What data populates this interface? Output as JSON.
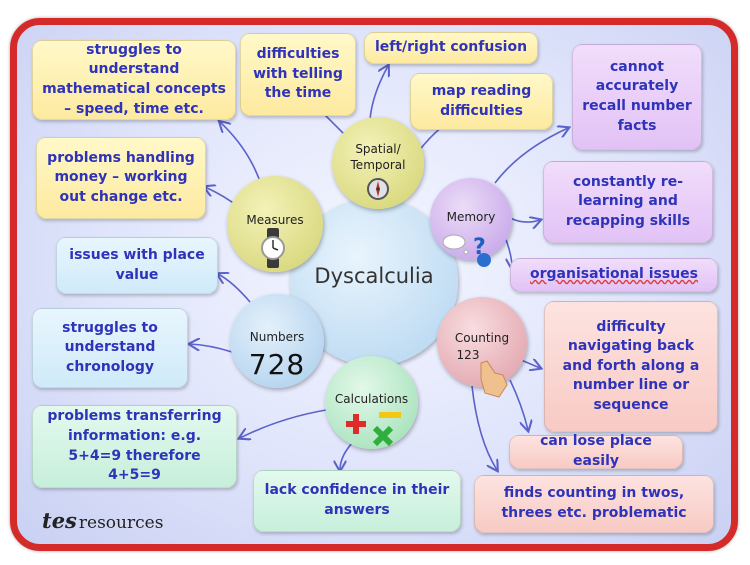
{
  "title": "Dyscalculia",
  "categories": {
    "spatial": "Spatial/\nTemporal",
    "measures": "Measures",
    "memory": "Memory",
    "numbers": "Numbers",
    "numbers_digits": "728",
    "counting": "Counting",
    "counting_digits": "123",
    "calculations": "Calculations"
  },
  "notes": {
    "concepts": "struggles to understand mathematical concepts – speed, time etc.",
    "telling_time": "difficulties with telling the time",
    "left_right": "left/right confusion",
    "map_reading": "map reading difficulties",
    "recall": "cannot accurately recall number facts",
    "money": "problems handling money – working out change etc.",
    "relearning": "constantly re-learning and recapping skills",
    "place_value": "issues with place value",
    "organisational": "organisational issues",
    "chronology": "struggles to understand chronology",
    "number_line": "difficulty navigating back and forth along a number line or sequence",
    "transferring": "problems transferring information: e.g. 5+4=9 therefore 4+5=9",
    "lose_place": "can lose place easily",
    "confidence": "lack confidence in their answers",
    "counting_twos": "finds counting in twos, threes etc. problematic"
  },
  "logo": {
    "brand": "tes",
    "suffix": "resources"
  },
  "colors": {
    "frame": "#d42a2a",
    "text": "#2f33b9",
    "connector": "#5b63c9"
  }
}
